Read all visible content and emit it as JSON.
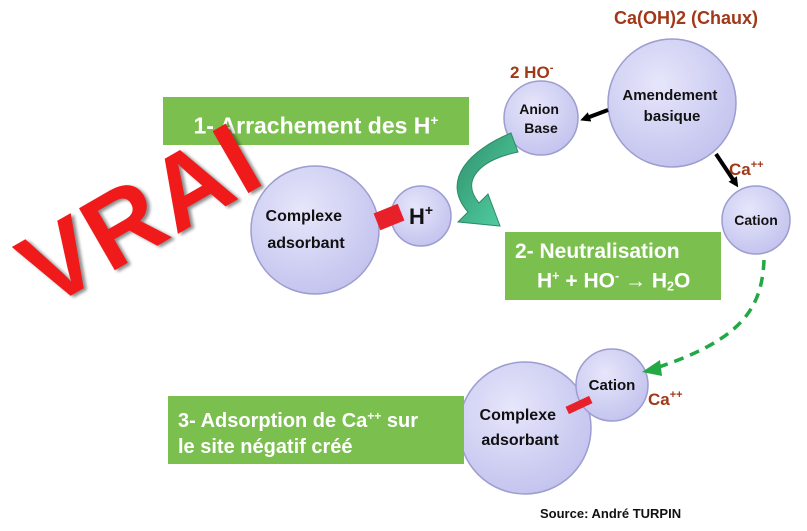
{
  "colors": {
    "circle_fill": "#c9c9f2",
    "circle_stroke": "#9d9dd0",
    "box_fill": "#7bbf4f",
    "box_text": "#ffffff",
    "site_red": "#e8202a",
    "brown_label": "#a0391a",
    "curved_arrow": "#3cb88a",
    "dashed_arrow": "#22a844",
    "vrai_red": "#f01a1a"
  },
  "nodes": {
    "amendement": [
      "Amendement",
      "basique"
    ],
    "anion": [
      "Anion",
      "Base"
    ],
    "cation_top": "Cation",
    "complexe_top": [
      "Complexe",
      "adsorbant"
    ],
    "h_plus": {
      "base": "H",
      "sup": "+"
    },
    "complexe_bottom": [
      "Complexe",
      "adsorbant"
    ],
    "cation_bottom": "Cation"
  },
  "labels": {
    "chaux": "Ca(OH)2 (Chaux)",
    "ho": {
      "base": "2 HO",
      "sup": "-"
    },
    "ca_top": {
      "base": "Ca",
      "sup": "++"
    },
    "ca_bottom": {
      "base": "Ca",
      "sup": "++"
    }
  },
  "steps": {
    "step1": {
      "text": "1- Arrachement des H",
      "sup": "+"
    },
    "step2": {
      "line1": "2- Neutralisation",
      "h": "H",
      "h_sup": "+",
      "plus": " + HO",
      "ho_sup": "-",
      "arrow": " → H",
      "sub": "2",
      "o": "O"
    },
    "step3": {
      "line1_a": "3- Adsorption de Ca",
      "line1_sup": "++",
      "line1_b": " sur",
      "line2": "le site négatif créé"
    }
  },
  "stamp": "VRAI",
  "source": "Source: André TURPIN"
}
